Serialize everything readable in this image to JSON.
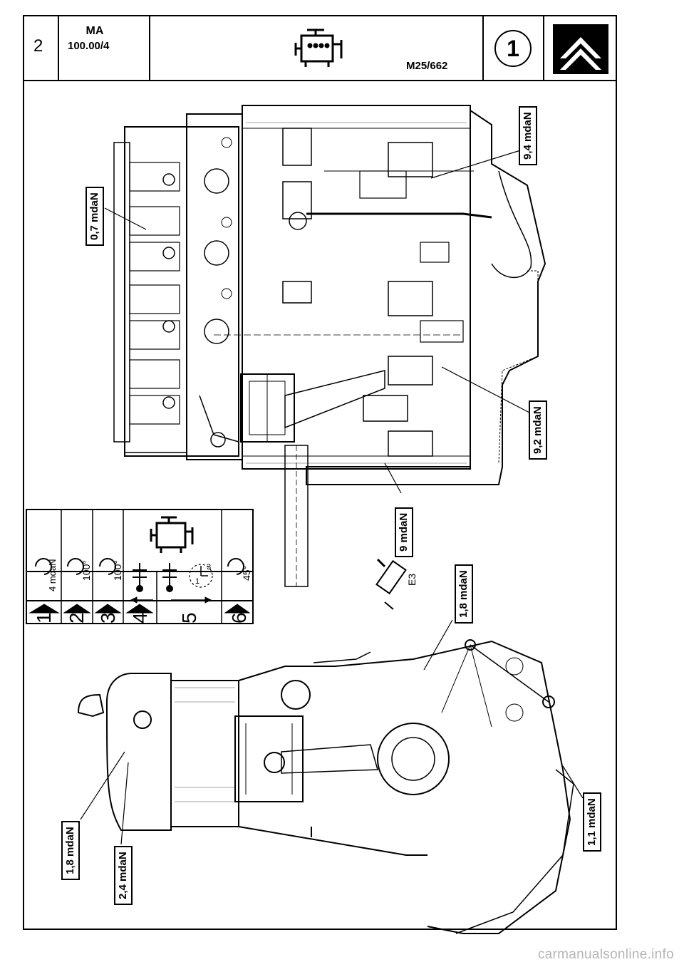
{
  "header": {
    "page_number": "2",
    "section_line1": "MA",
    "section_line2": "100.00/4",
    "engine_code": "M25/662",
    "circle_number": "1"
  },
  "torque_labels": [
    "9,4 mdaN",
    "0,7 mdaN",
    "9,2 mdaN",
    "9 mdaN",
    "1,8 mdaN",
    "1,8 mdaN",
    "2,4 mdaN",
    "1,1 mdaN"
  ],
  "sequence_table": {
    "steps": [
      "1",
      "2",
      "3",
      "4",
      "5",
      "6"
    ],
    "values": [
      "4 mdaN",
      "100°",
      "100°",
      "",
      "",
      "45°"
    ],
    "clock_digits": [
      "3",
      "1"
    ]
  },
  "sealant_code": "E3",
  "watermark": "carmanualsonline.info"
}
